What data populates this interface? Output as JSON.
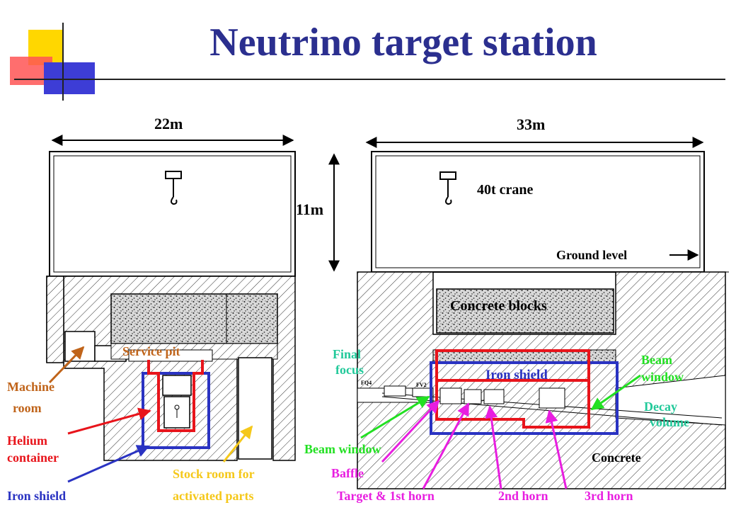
{
  "title": "Neutrino target station",
  "colors": {
    "title": "#2b2f8f",
    "red": "#e8141b",
    "blue": "#2a33c2",
    "green": "#22e022",
    "magenta": "#e81ee0",
    "cyan": "#22c99a",
    "orange": "#c0641a",
    "yellow": "#f5c81a"
  },
  "left_view": {
    "width_label": "22m",
    "height_label": "11m",
    "service_pit": "Service pit",
    "machine_room": [
      "Machine",
      "room"
    ],
    "helium_container": [
      "Helium",
      "container"
    ],
    "iron_shield": "Iron shield",
    "stock_room": [
      "Stock room for",
      "activated parts"
    ]
  },
  "right_view": {
    "width_label": "33m",
    "crane": "40t crane",
    "ground_level": "Ground level",
    "concrete_blocks": "Concrete blocks",
    "final_focus": [
      "Final",
      "focus"
    ],
    "iron_shield": "Iron shield",
    "beam_window_right": [
      "Beam",
      "window"
    ],
    "decay_volume": [
      "Decay",
      "volume"
    ],
    "beam_window_left": "Beam window",
    "concrete": "Concrete",
    "baffle": "Baffle",
    "target_horn": "Target & 1st horn",
    "horn2": "2nd horn",
    "horn3": "3rd horn",
    "magnet_fq4": "FQ4",
    "magnet_fv2": "FV2"
  }
}
